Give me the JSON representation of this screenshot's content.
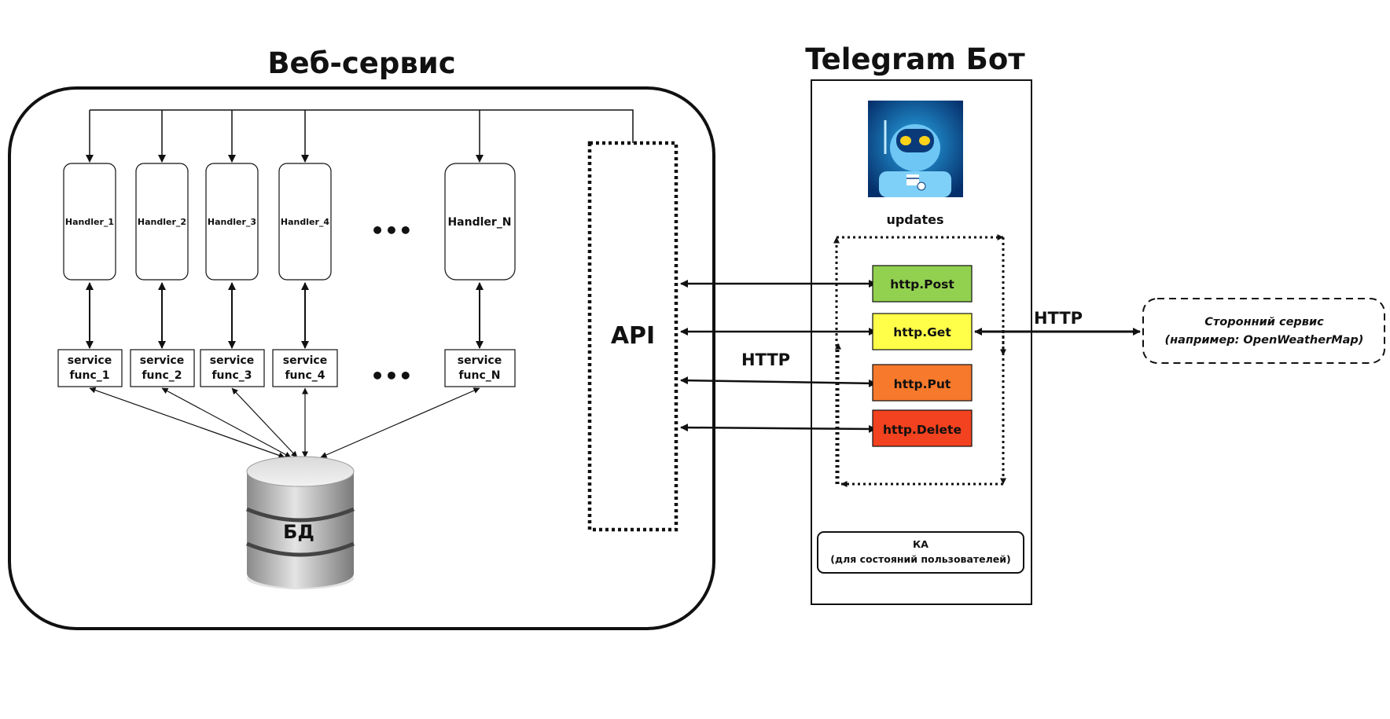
{
  "web_service": {
    "title": "Веб-сервис",
    "handlers": [
      "Handler_1",
      "Handler_2",
      "Handler_3",
      "Handler_4",
      "Handler_N"
    ],
    "service_funcs": [
      [
        "service",
        "func_1"
      ],
      [
        "service",
        "func_2"
      ],
      [
        "service",
        "func_3"
      ],
      [
        "service",
        "func_4"
      ],
      [
        "service",
        "func_N"
      ]
    ],
    "ellipsis": "•••",
    "api_label": "API",
    "db_label": "БД"
  },
  "connection_label": "HTTP",
  "telegram_bot": {
    "title": "Telegram Бот",
    "avatar_icon": "robot-calendar-icon",
    "updates_label": "updates",
    "http_methods": [
      {
        "label": "http.Post",
        "color": "#92d050"
      },
      {
        "label": "http.Get",
        "color": "#ffff4a"
      },
      {
        "label": "http.Put",
        "color": "#f7792b"
      },
      {
        "label": "http.Delete",
        "color": "#f2421f"
      }
    ],
    "state_machine": {
      "line1": "КА",
      "line2": "(для состояний пользователей)"
    }
  },
  "external_link_label": "HTTP",
  "external_service": {
    "line1": "Сторонний сервис",
    "line2": "(например: OpenWeatherMap)"
  }
}
